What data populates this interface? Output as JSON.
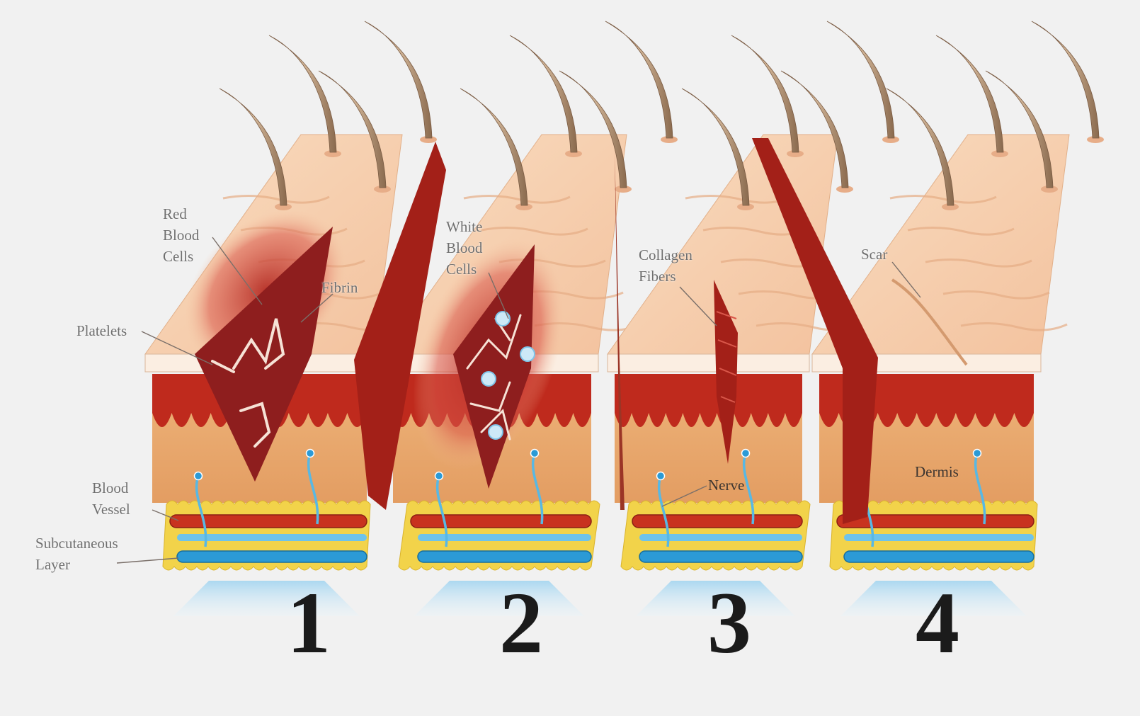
{
  "colors": {
    "background": "#f1f1f1",
    "epidermis_top": "#f7cfae",
    "epidermis_band": "#d9b79c",
    "dermis_red": "#bf2a1d",
    "dermis": "#e7a96b",
    "subcutaneous_fat": "#f2d34a",
    "artery": "#c8321f",
    "vein": "#2b9ad6",
    "wound": "#8e1e1e",
    "number": "#1b1b1b",
    "label_text": "#6f6f6f",
    "glow": "#bfe3f6"
  },
  "icons": [
    "hair-icon",
    "blood-vessel-icon",
    "nerve-icon"
  ],
  "labels": {
    "red_blood_cells": "Red\nBlood\nCells",
    "fibrin": "Fibrin",
    "platelets": "Platelets",
    "blood_vessel": "Blood\nVessel",
    "subcutaneous_layer": "Subcutaneous\nLayer",
    "white_blood_cells": "White\nBlood\nCells",
    "collagen_fibers": "Collagen\nFibers",
    "nerve": "Nerve",
    "scar": "Scar",
    "dermis": "Dermis"
  },
  "stages": [
    {
      "number": "1"
    },
    {
      "number": "2"
    },
    {
      "number": "3"
    },
    {
      "number": "4"
    }
  ]
}
